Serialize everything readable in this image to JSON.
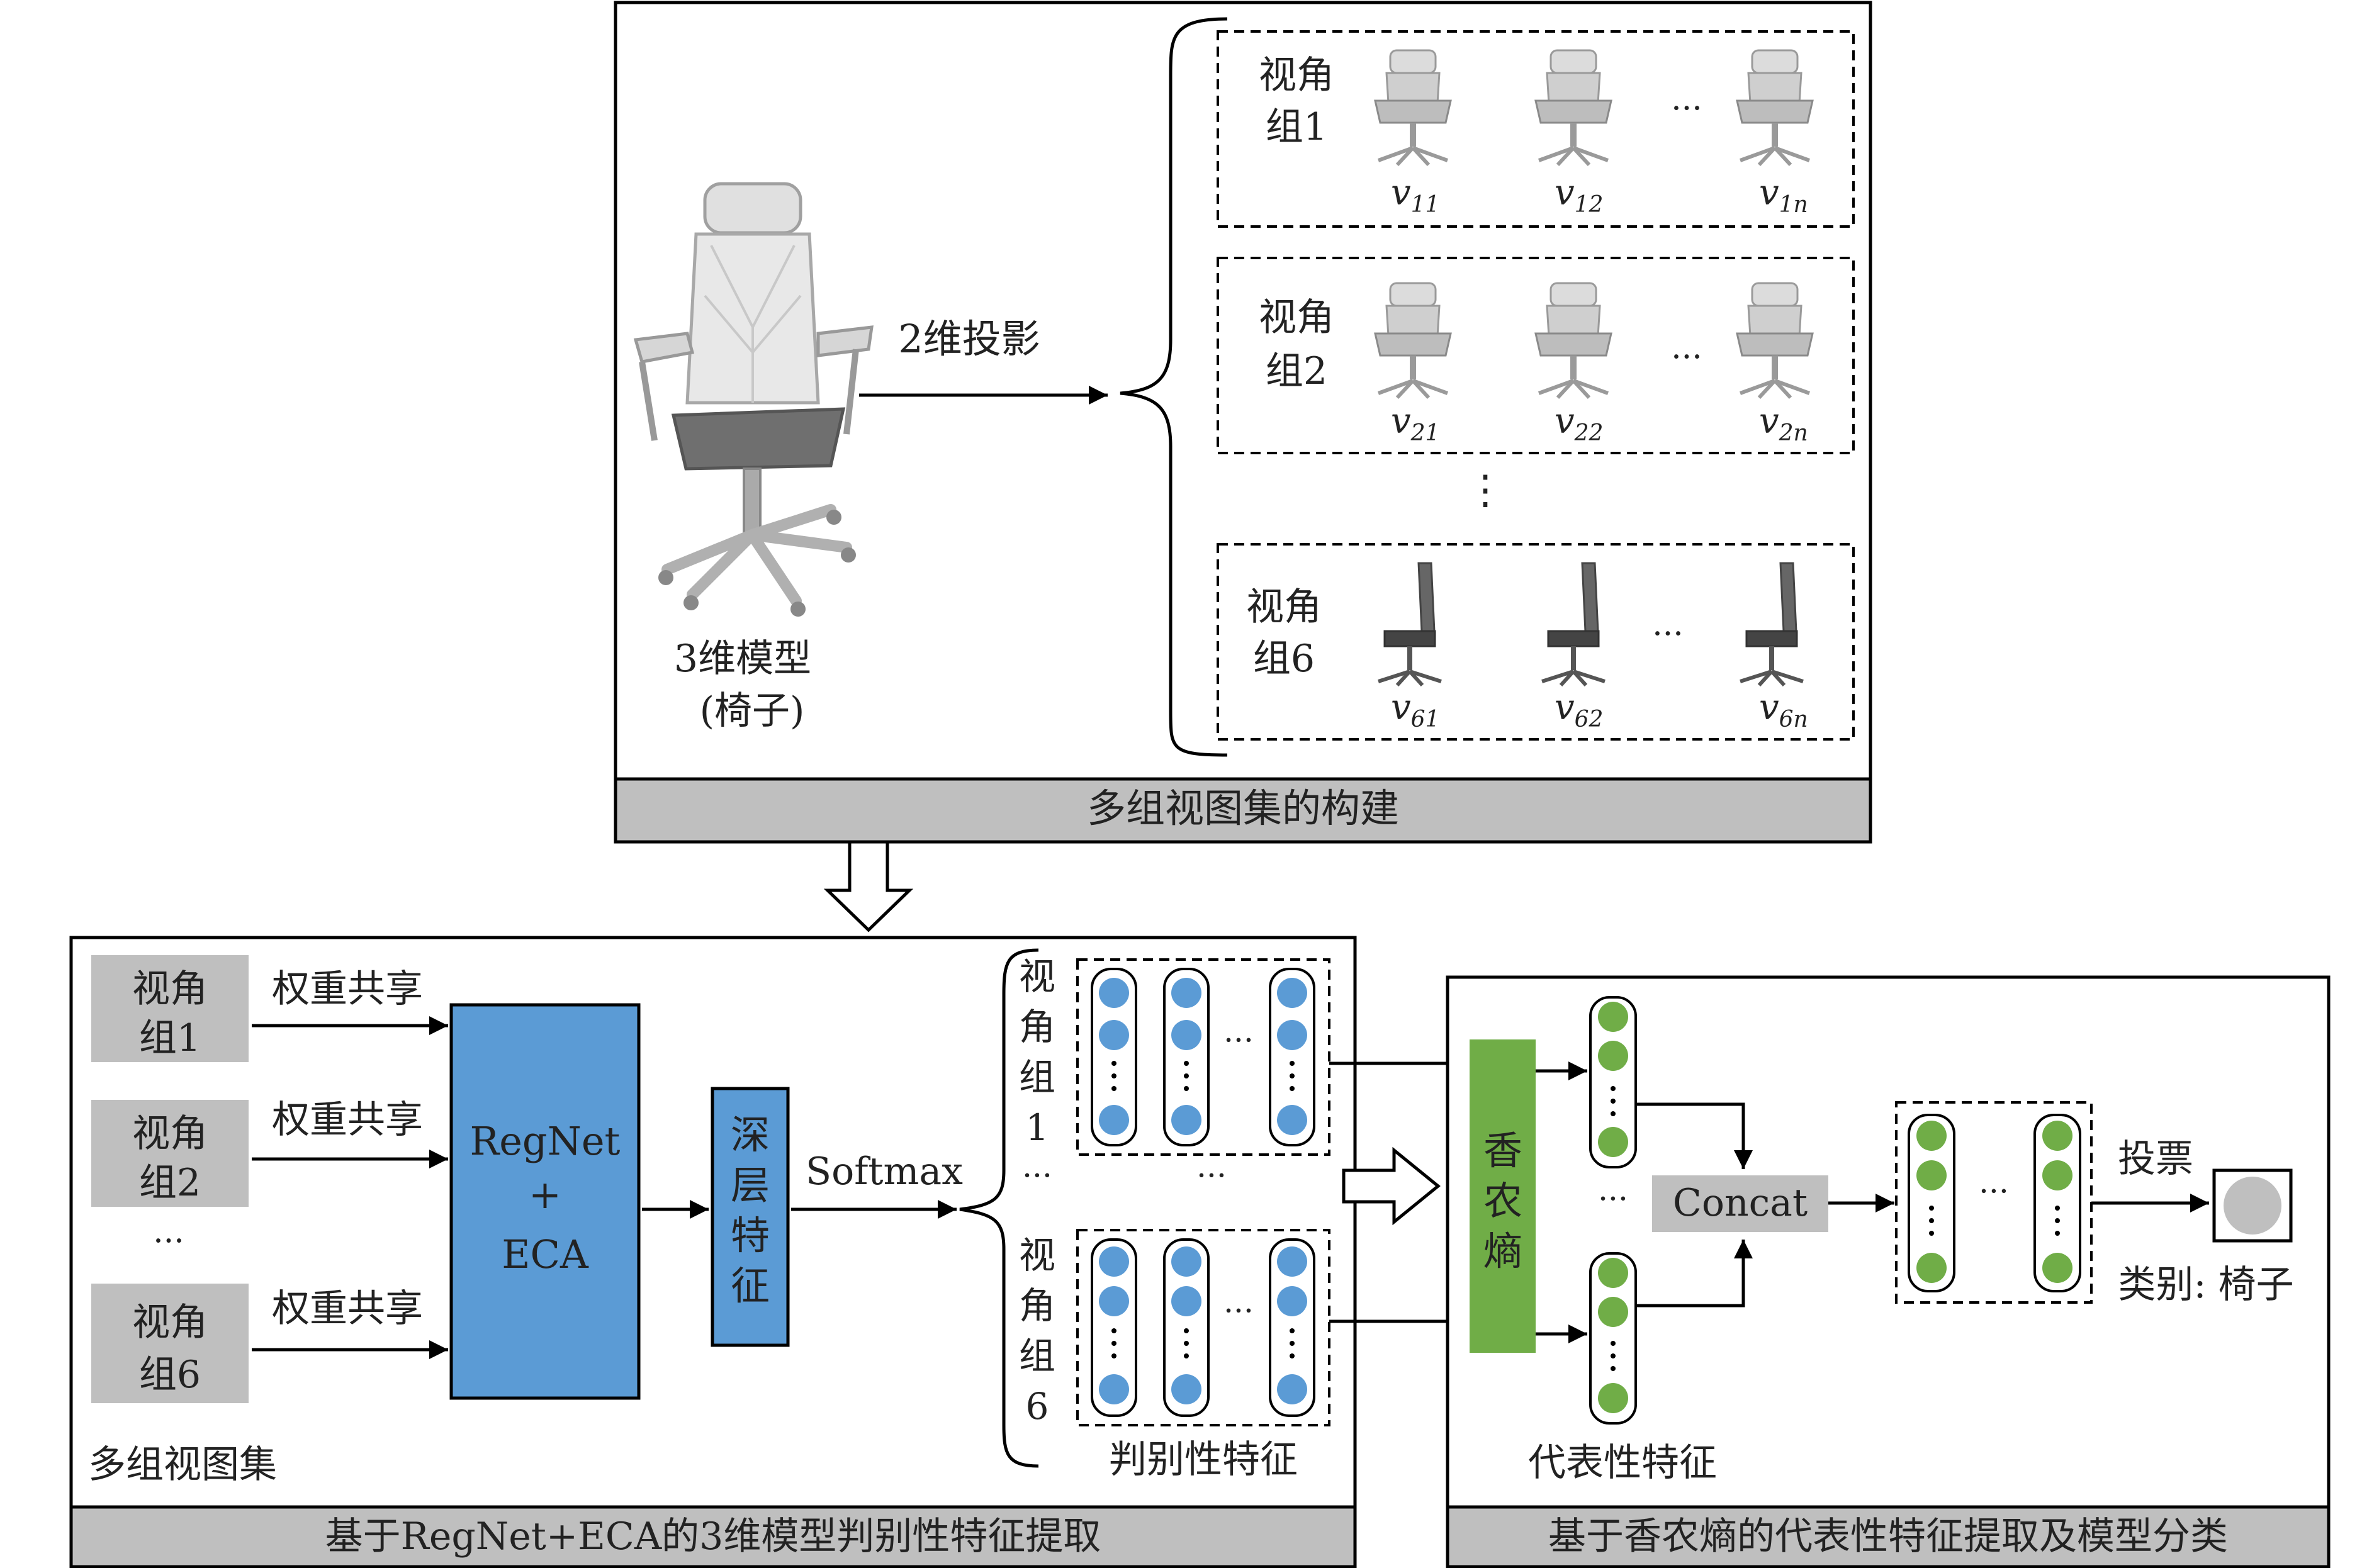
{
  "colors": {
    "blue": "#5b9bd5",
    "blue_dot": "#5b9bd5",
    "green": "#70ad47",
    "gray_box": "#bfbfbf",
    "footer_gray": "#bfbfbf",
    "black": "#000000",
    "chair_light": "#e3e3e3",
    "chair_dark": "#777777"
  },
  "top": {
    "caption": "多组视图集的构建",
    "projection_label": "2维投影",
    "model_label_line1": "3维模型",
    "model_label_line2": "(椅子)",
    "ellipsis_vertical": "⋮",
    "groups": [
      {
        "label_line1": "视角",
        "label_line2": "组1",
        "views": [
          "v",
          "v",
          "v"
        ],
        "subs": [
          "11",
          "12",
          "1n"
        ]
      },
      {
        "label_line1": "视角",
        "label_line2": "组2",
        "views": [
          "v",
          "v",
          "v"
        ],
        "subs": [
          "21",
          "22",
          "2n"
        ]
      },
      {
        "label_line1": "视角",
        "label_line2": "组6",
        "views": [
          "v",
          "v",
          "v"
        ],
        "subs": [
          "61",
          "62",
          "6n"
        ]
      }
    ],
    "ellipsis_h": "···"
  },
  "left_panel": {
    "caption": "基于RegNet+ECA的3维模型判别性特征提取",
    "inputs": [
      {
        "line1": "视角",
        "line2": "组1",
        "arrow_label": "权重共享"
      },
      {
        "line1": "视角",
        "line2": "组2",
        "arrow_label": "权重共享"
      },
      {
        "line1": "视角",
        "line2": "组6",
        "arrow_label": "权重共享"
      }
    ],
    "input_ellipsis": "···",
    "multi_view_set_label": "多组视图集",
    "regnet_line1": "RegNet",
    "regnet_line2": "+",
    "regnet_line3": "ECA",
    "deep_feature": [
      "深",
      "层",
      "特",
      "征"
    ],
    "softmax_label": "Softmax",
    "group_a_chars": [
      "视",
      "角",
      "组",
      "1"
    ],
    "group_b_chars": [
      "视",
      "角",
      "组",
      "6"
    ],
    "mid_ellipsis": "···",
    "discriminative_label": "判别性特征"
  },
  "right_panel": {
    "caption": "基于香农熵的代表性特征提取及模型分类",
    "shannon_chars": [
      "香",
      "农",
      "熵"
    ],
    "concat_label": "Concat",
    "vote_label": "投票",
    "class_label": "类别: 椅子",
    "representative_label": "代表性特征",
    "ellipsis": "···"
  }
}
